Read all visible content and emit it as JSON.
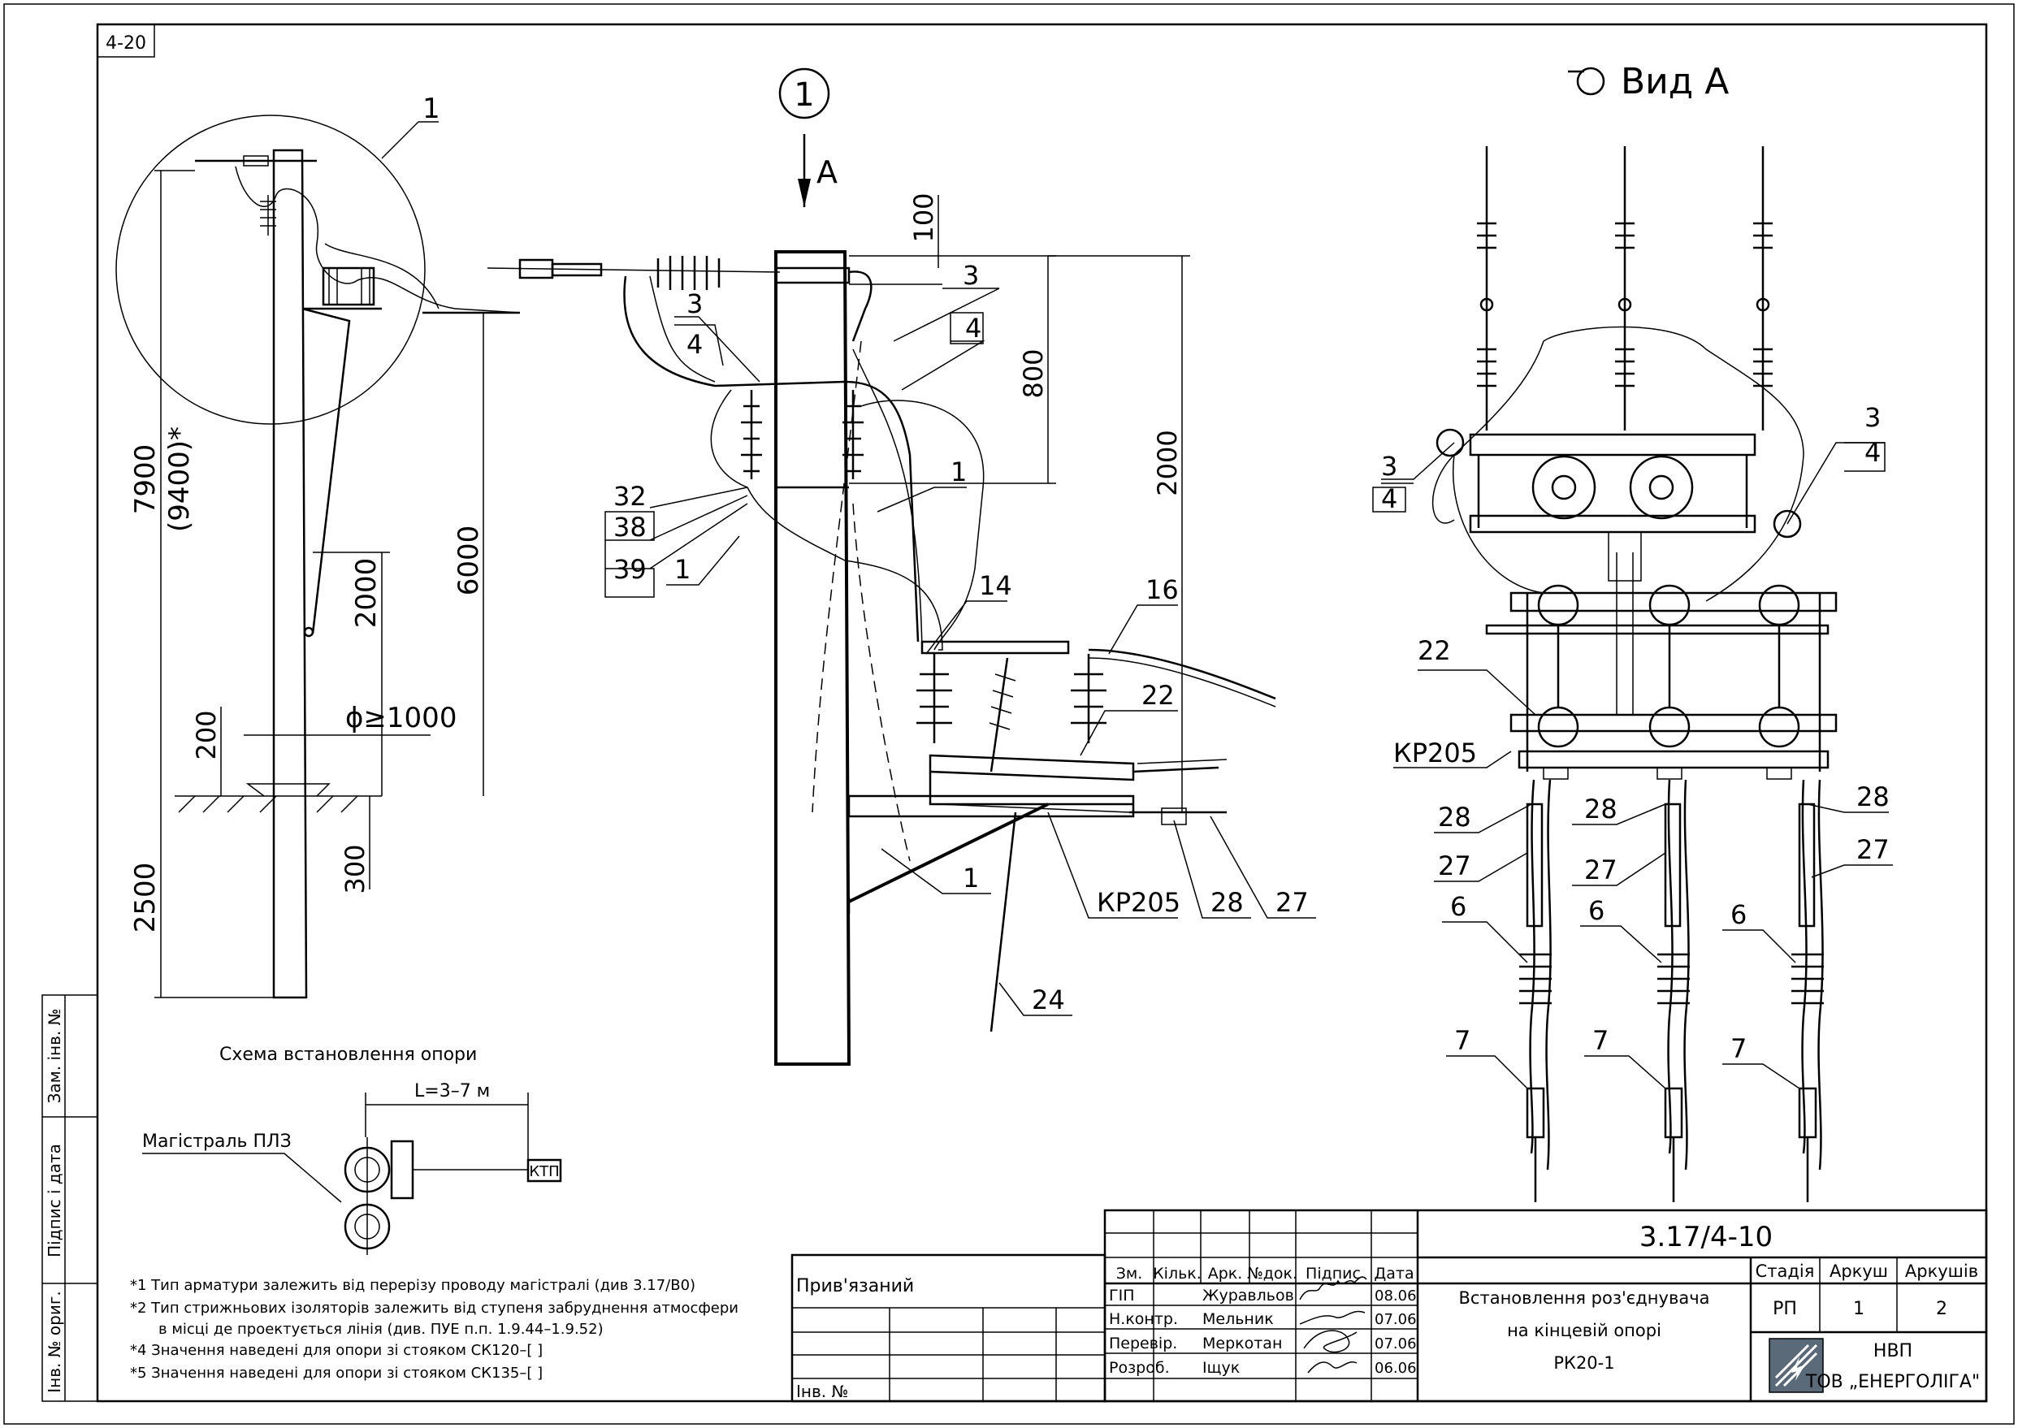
{
  "sheet": {
    "corner_code": "4-20",
    "view_number": "1",
    "view_arrow": "A",
    "view_a_title": "Вид А"
  },
  "left_pole": {
    "callout": "1",
    "dims": {
      "total": "7900",
      "total_alt": "(9400)*",
      "height": "6000",
      "upper": "2000",
      "footing": "200",
      "footing_dia": "ϕ≥1000",
      "below_ground": "2500",
      "depth": "300"
    }
  },
  "center_view": {
    "dims": {
      "d100": "100",
      "d800": "800",
      "d2000": "2000"
    },
    "labels": {
      "c3": "3",
      "c4": "4",
      "c3b": "3",
      "c4b": "4",
      "c1a": "1",
      "c32": "32",
      "c38": "38",
      "c39": "39",
      "c1b": "1",
      "c14": "14",
      "c16": "16",
      "c22": "22",
      "kp205": "КР205",
      "c28": "28",
      "c27": "27",
      "c1c": "1",
      "c24": "24"
    }
  },
  "view_a": {
    "labels": {
      "l3": "3",
      "l4": "4",
      "r3": "3",
      "r4": "4",
      "c22": "22",
      "kp205": "КР205",
      "c28a": "28",
      "c28b": "28",
      "c28c": "28",
      "c27a": "27",
      "c27b": "27",
      "c27c": "27",
      "c6a": "6",
      "c6b": "6",
      "c6c": "6",
      "c7a": "7",
      "c7b": "7",
      "c7c": "7"
    }
  },
  "scheme": {
    "title": "Схема встановлення опори",
    "distance": "L=3–7 м",
    "main_line": "Магістраль ПЛЗ",
    "ktp": "КТП"
  },
  "notes": [
    "*1 Тип арматури залежить від перерізу проводу магістралі (див 3.17/В0)",
    "*2 Тип стрижньових ізоляторів залежить від ступеня забруднення атмосфери",
    "в місці де проектується лінія (див. ПУЕ п.п. 1.9.44–1.9.52)",
    "*4 Значення наведені для опори зі стояком СК120–[ ]",
    "*5 Значення наведені для опори зі стояком СК135–[ ]"
  ],
  "side_stamp": [
    "Зам. інв. №",
    "Підпис і дата",
    "Інв. № ориг."
  ],
  "bind_block": {
    "attached": "Прив'язаний",
    "inv": "Інв. №"
  },
  "title_block": {
    "doc_code": "3.17/4-10",
    "header": [
      "Зм.",
      "Кільк.",
      "Арк.",
      "№док.",
      "Підпис",
      "Дата"
    ],
    "roles": [
      {
        "role": "ГІП",
        "name": "Журавльов",
        "date": "08.06"
      },
      {
        "role": "Н.контр.",
        "name": "Мельник",
        "date": "07.06"
      },
      {
        "role": "Перевір.",
        "name": "Меркотан",
        "date": "07.06"
      },
      {
        "role": "Розроб.",
        "name": "Іщук",
        "date": "06.06"
      }
    ],
    "title_lines": [
      "Встановлення роз'єднувача",
      "на кінцевій опорі",
      "РК20-1"
    ],
    "stage_head": "Стадія",
    "sheet_head": "Аркуш",
    "sheets_head": "Аркушів",
    "stage": "РП",
    "sheet": "1",
    "sheets": "2",
    "company_1": "НВП",
    "company_2": "ТОВ „ЕНЕРГОЛІГА\""
  }
}
